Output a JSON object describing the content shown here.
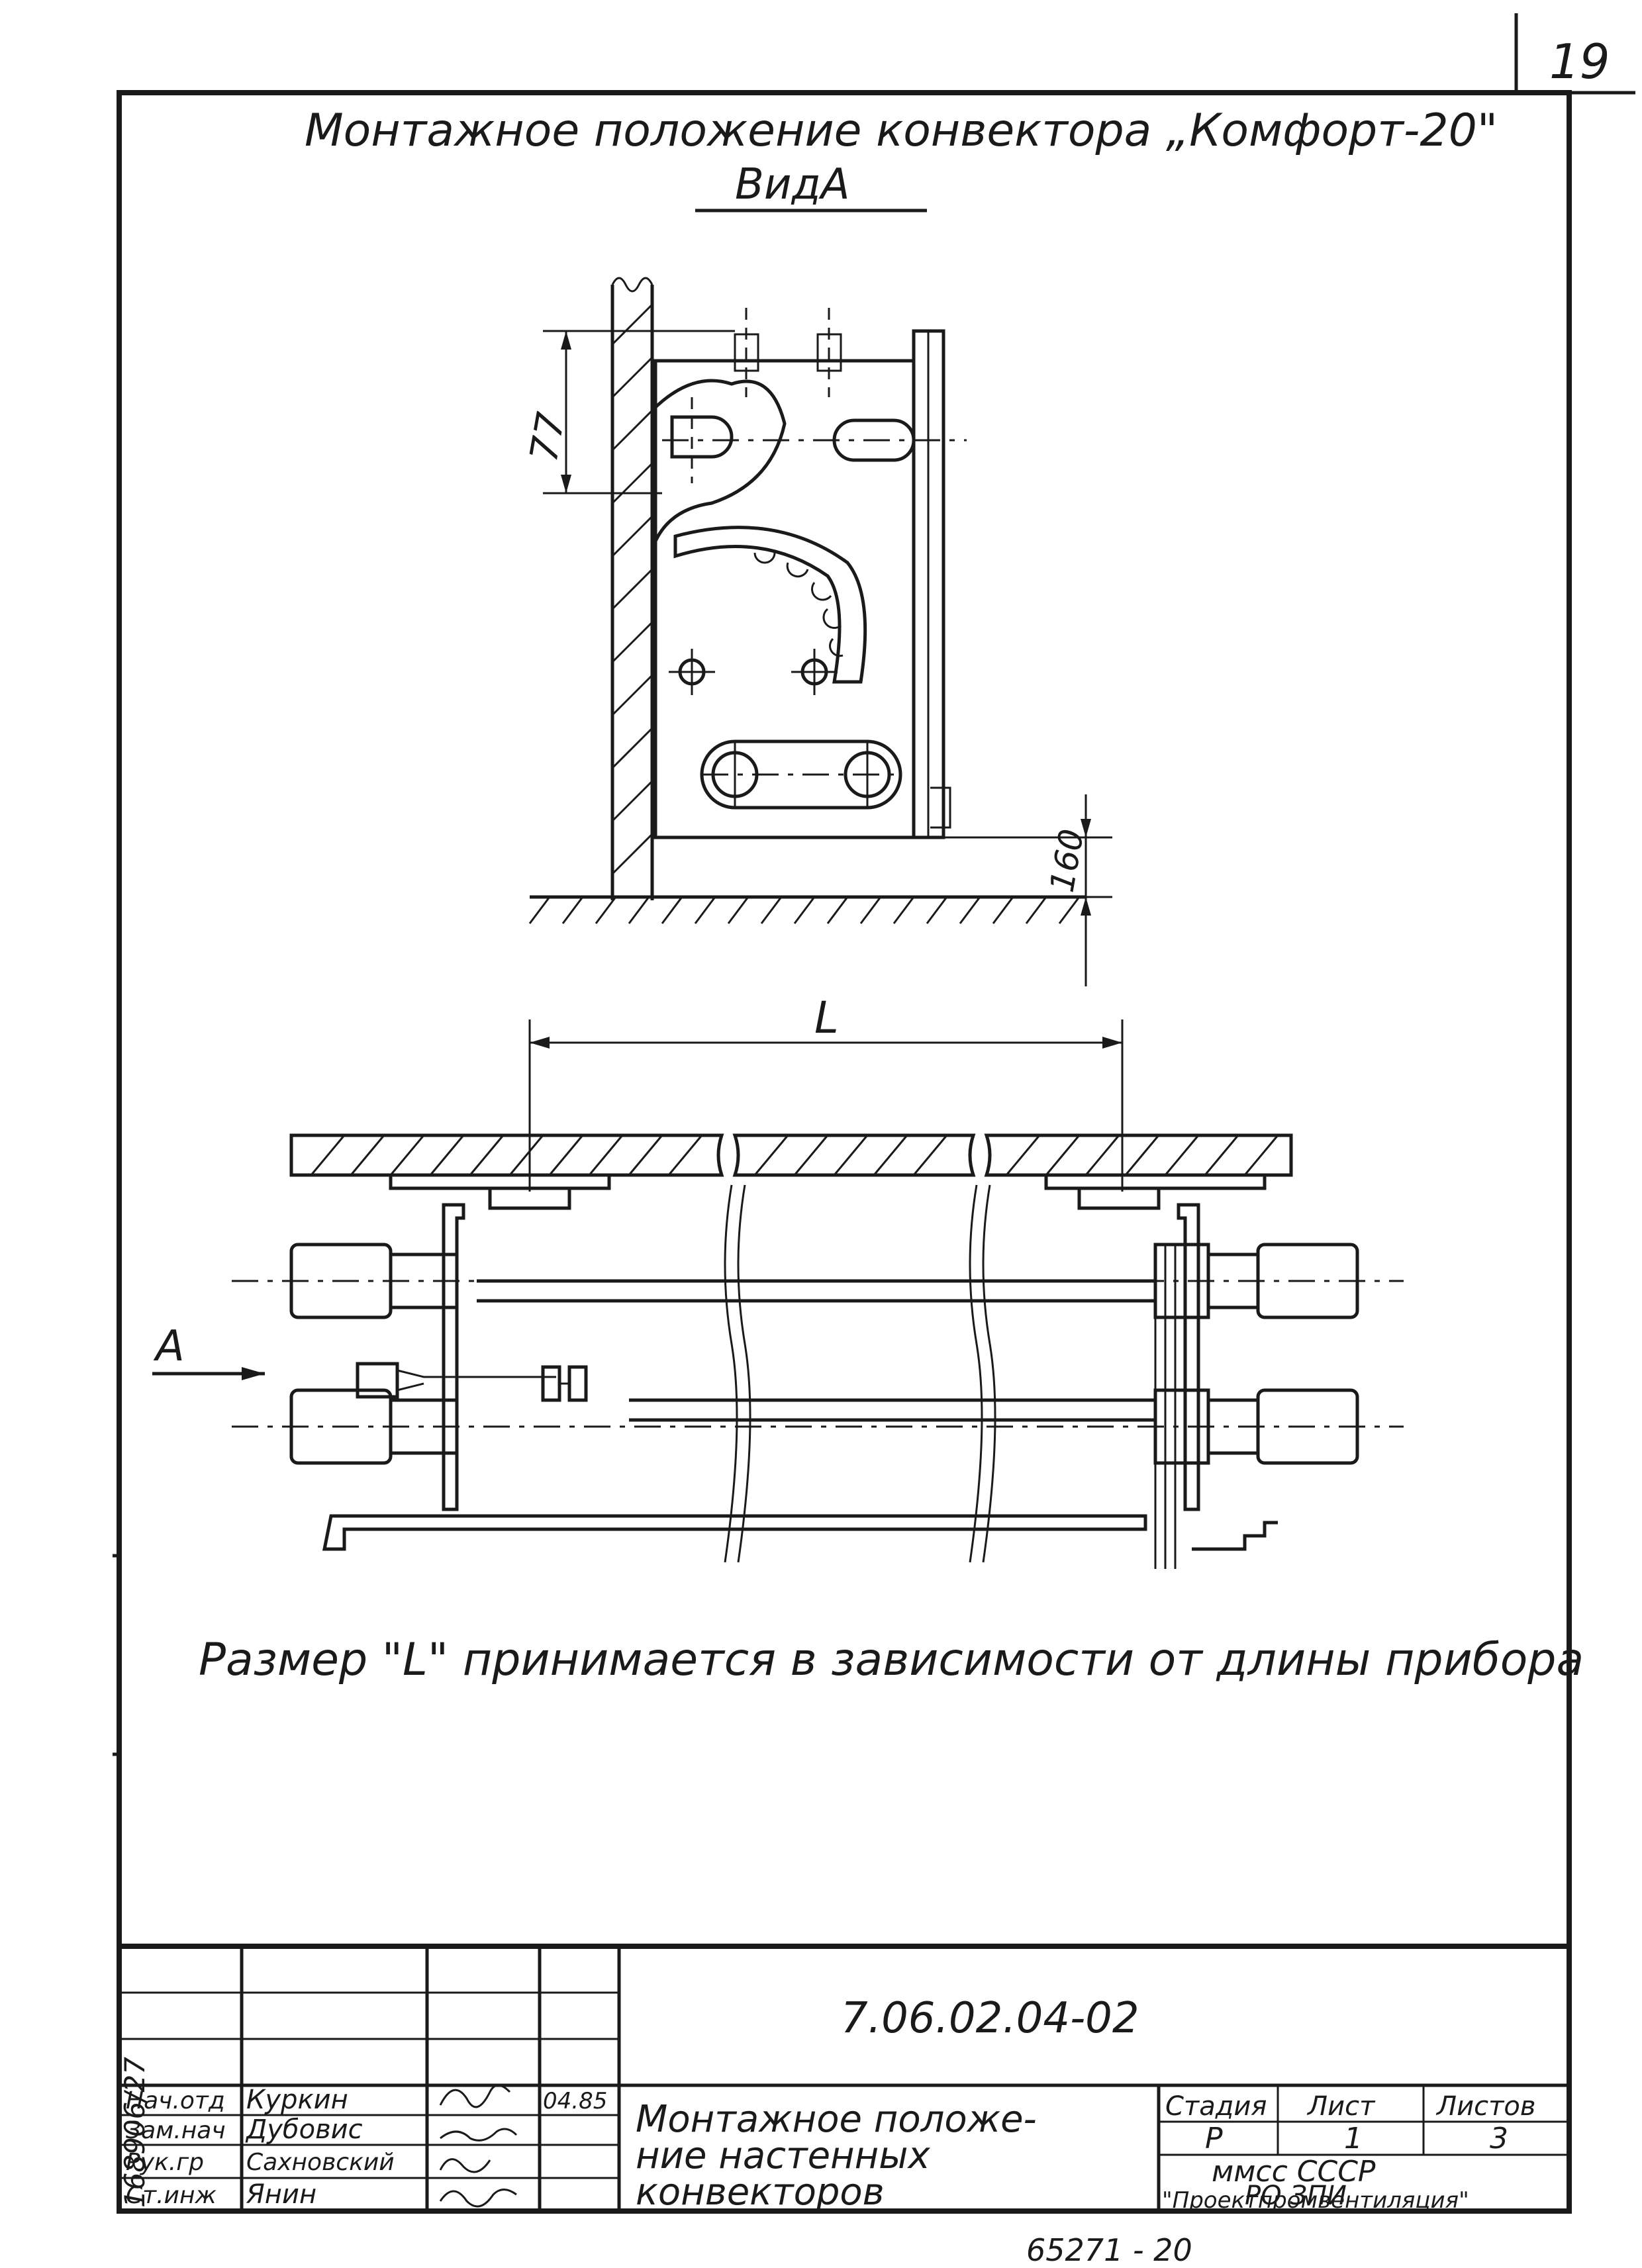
{
  "sheet_number": "19",
  "title": "Монтажное положение конвектора „Комфорт-20\"",
  "view_label": "ВидА",
  "dim_77": "77",
  "dim_160": "160",
  "dim_L": "L",
  "view_arrow_label": "А",
  "note": "Размер \"L\" принимается в зависимости от длины прибора",
  "doc_code": "7.06.02.04-02",
  "drawing_name_1": "Монтажное положе-",
  "drawing_name_2": "ние настенных",
  "drawing_name_3": "конвекторов",
  "stage_header": "Стадия",
  "sheet_header": "Лист",
  "sheets_header": "Листов",
  "stage_value": "Р",
  "sheet_value": "1",
  "sheets_value": "3",
  "org_1": "ммсс СССР",
  "org_2": "РО ЗПИ",
  "org_3": "\"Проектпромвентиляция\"",
  "signatures": [
    {
      "role": "Нач.отд",
      "name": "Куркин",
      "date": "04.85"
    },
    {
      "role": "Зам.нач",
      "name": "Дубовис",
      "date": ""
    },
    {
      "role": "Рук.гр",
      "name": "Сахновский",
      "date": ""
    },
    {
      "role": "Ст.инж",
      "name": "Янин",
      "date": ""
    }
  ],
  "side_stamp": "168906/27",
  "bottom_number": "65271 - 20"
}
